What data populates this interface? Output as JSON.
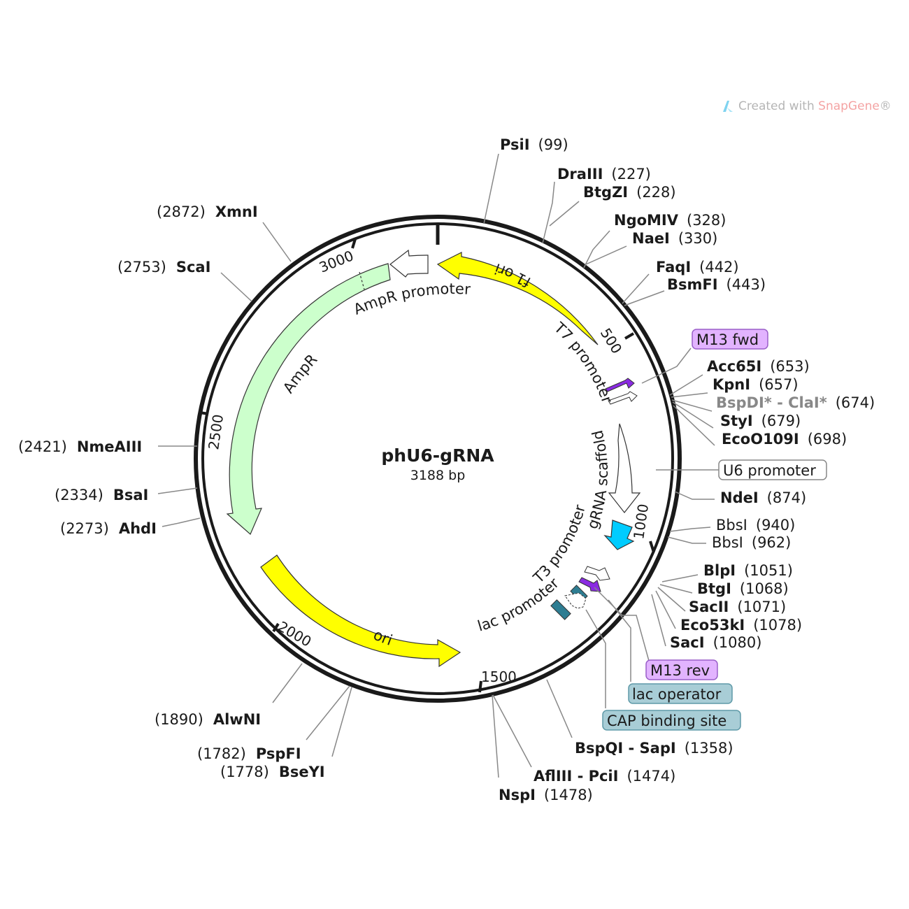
{
  "watermark": {
    "prefix": "Created with ",
    "brand": "SnapGene",
    "mark": "®"
  },
  "plasmid": {
    "name": "phU6-gRNA",
    "size": "3188 bp"
  },
  "ticks": [
    "500",
    "1000",
    "1500",
    "2000",
    "2500",
    "3000"
  ],
  "features": [
    {
      "id": "f1-ori",
      "label": "f1 ori",
      "color": "#ffff00"
    },
    {
      "id": "ampr-promoter",
      "label": "AmpR promoter",
      "color": "#ffffff"
    },
    {
      "id": "ampr",
      "label": "AmpR",
      "color": "#ccffcc"
    },
    {
      "id": "ori",
      "label": "ori",
      "color": "#ffff00"
    },
    {
      "id": "t7-promoter",
      "label": "T7 promoter",
      "color": "#ffffff"
    },
    {
      "id": "grna-scaffold",
      "label": "gRNA scaffold",
      "color": "#ffffff"
    },
    {
      "id": "u6-arrow",
      "label": "",
      "color": "#00ccff"
    },
    {
      "id": "t3-promoter",
      "label": "T3 promoter",
      "color": "#ffffff"
    },
    {
      "id": "lac-promoter",
      "label": "lac promoter",
      "color": "#ffffff"
    }
  ],
  "sites_right": [
    {
      "name": "PsiI",
      "pos": "(99)"
    },
    {
      "name": "DraIII",
      "pos": "(227)"
    },
    {
      "name": "BtgZI",
      "pos": "(228)"
    },
    {
      "name": "NgoMIV",
      "pos": "(328)"
    },
    {
      "name": "NaeI",
      "pos": "(330)"
    },
    {
      "name": "FaqI",
      "pos": "(442)"
    },
    {
      "name": "BsmFI",
      "pos": "(443)"
    },
    {
      "name": "Acc65I",
      "pos": "(653)"
    },
    {
      "name": "KpnI",
      "pos": "(657)"
    },
    {
      "name": "BspDI* - ClaI*",
      "pos": "(674)"
    },
    {
      "name": "StyI",
      "pos": "(679)"
    },
    {
      "name": "EcoO109I",
      "pos": "(698)"
    },
    {
      "name": "NdeI",
      "pos": "(874)"
    },
    {
      "name": "BbsI",
      "pos": "(940)"
    },
    {
      "name": "BbsI",
      "pos": "(962)"
    },
    {
      "name": "BlpI",
      "pos": "(1051)"
    },
    {
      "name": "BtgI",
      "pos": "(1068)"
    },
    {
      "name": "SacII",
      "pos": "(1071)"
    },
    {
      "name": "Eco53kI",
      "pos": "(1078)"
    },
    {
      "name": "SacI",
      "pos": "(1080)"
    },
    {
      "name": "BspQI - SapI",
      "pos": "(1358)"
    },
    {
      "name": "AflIII - PciI",
      "pos": "(1474)"
    },
    {
      "name": "NspI",
      "pos": "(1478)"
    }
  ],
  "sites_left": [
    {
      "name": "XmnI",
      "pos": "(2872)"
    },
    {
      "name": "ScaI",
      "pos": "(2753)"
    },
    {
      "name": "NmeAIII",
      "pos": "(2421)"
    },
    {
      "name": "BsaI",
      "pos": "(2334)"
    },
    {
      "name": "AhdI",
      "pos": "(2273)"
    },
    {
      "name": "AlwNI",
      "pos": "(1890)"
    },
    {
      "name": "PspFI",
      "pos": "(1782)"
    },
    {
      "name": "BseYI",
      "pos": "(1778)"
    }
  ],
  "boxed_labels": [
    {
      "id": "m13-fwd",
      "label": "M13 fwd",
      "color": "#e2b3ff"
    },
    {
      "id": "u6-promoter",
      "label": "U6 promoter",
      "color": "#ffffff"
    },
    {
      "id": "m13-rev",
      "label": "M13 rev",
      "color": "#e2b3ff"
    },
    {
      "id": "lac-operator",
      "label": "lac operator",
      "color": "#a8cdd6"
    },
    {
      "id": "cap-binding-site",
      "label": "CAP binding site",
      "color": "#a8cdd6"
    }
  ]
}
